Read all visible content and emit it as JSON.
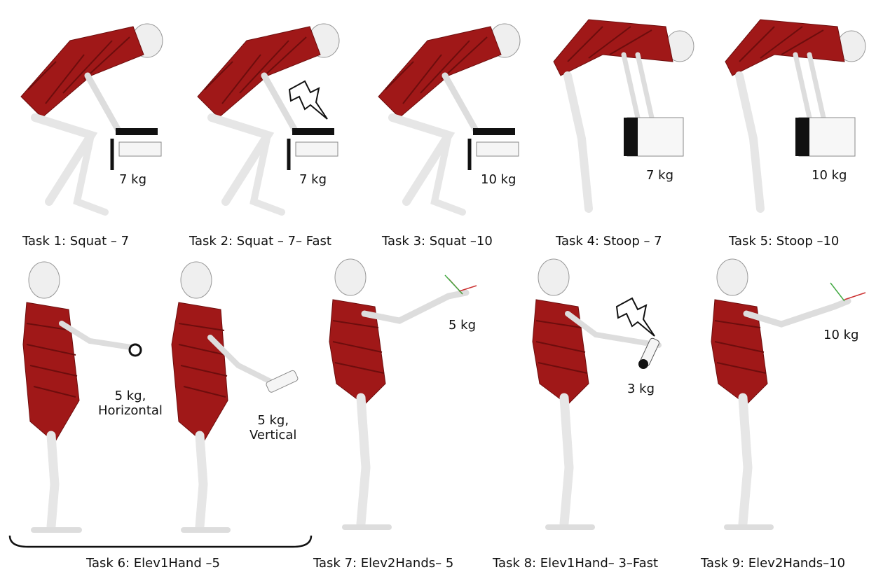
{
  "colors": {
    "muscle": "#a01818",
    "bone": "#f2f2f2",
    "bone_edge": "#9a9a9a",
    "box": "#111111",
    "text": "#111111"
  },
  "tasks": [
    {
      "caption": "Task 1: Squat – 7",
      "weight": "7 kg",
      "pose": "squat"
    },
    {
      "caption": "Task 2: Squat – 7– Fast",
      "weight": "7 kg",
      "pose": "squat",
      "fast": true
    },
    {
      "caption": "Task 3: Squat –10",
      "weight": "10 kg",
      "pose": "squat"
    },
    {
      "caption": "Task 4: Stoop – 7",
      "weight": "7 kg",
      "pose": "stoop"
    },
    {
      "caption": "Task 5: Stoop –10",
      "weight": "10 kg",
      "pose": "stoop"
    },
    {
      "caption": "Task 6: Elev1Hand –5",
      "weight_a": "5 kg,",
      "weight_a2": "Horizontal",
      "weight_b": "5 kg,",
      "weight_b2": "Vertical",
      "pose": "stand-reach-low"
    },
    {
      "caption": "Task 7: Elev2Hands– 5",
      "weight": "5 kg",
      "pose": "stand-reach-high"
    },
    {
      "caption": "Task 8: Elev1Hand– 3–Fast",
      "weight": "3 kg",
      "pose": "stand-reach-mid",
      "fast": true
    },
    {
      "caption": "Task 9: Elev2Hands–10",
      "weight": "10 kg",
      "pose": "stand-reach-high"
    }
  ]
}
